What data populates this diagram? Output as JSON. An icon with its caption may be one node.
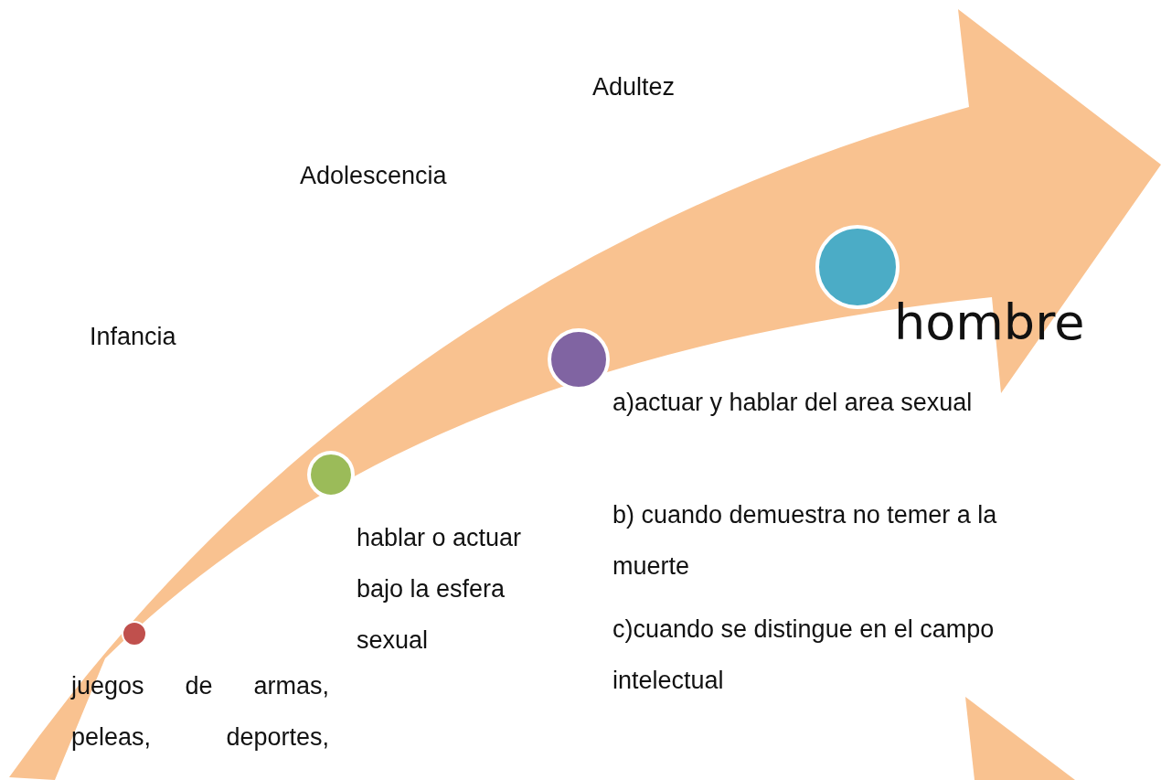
{
  "diagram": {
    "nodes": [
      {
        "text": [],
        "shape": "circle",
        "beside": [
          "juegos de armas, peleas, deportes,"
        ]
      },
      {
        "text": [],
        "shape": "circle",
        "beside": [
          "hablar o actuar bajo la esfera sexual"
        ]
      },
      {
        "text": [],
        "shape": "circle",
        "beside": [
          "a)actuar y hablar del area sexual",
          "b) cuando demuestra no temer a la muerte",
          "c)cuando se distingue en el campo intelectual"
        ]
      },
      {
        "text": [],
        "shape": "circle",
        "beside": [
          "hombre"
        ]
      }
    ],
    "edges": [],
    "labels": [
      "Adultez",
      "Adolescencia",
      "Infancia"
    ]
  }
}
